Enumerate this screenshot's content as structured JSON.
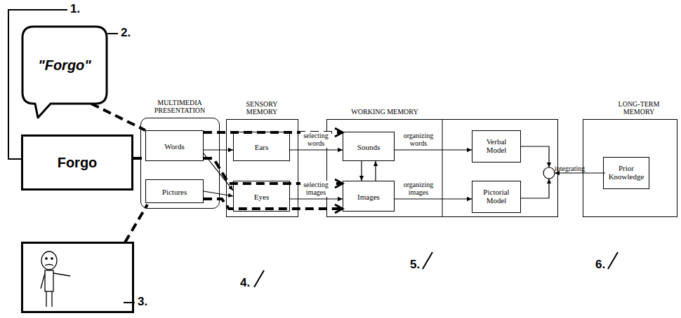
{
  "diagram": {
    "nodes": [
      {
        "text": [
          "\"Forgo\""
        ]
      },
      {
        "text": [
          "Forgo"
        ]
      },
      {
        "text": [
          "MULTIMEDIA PRESENTATION"
        ]
      },
      {
        "text": [
          "Words"
        ],
        "in": 2
      },
      {
        "text": [
          "Pictures"
        ],
        "in": 2
      },
      {
        "text": [
          "SENSORY MEMORY"
        ]
      },
      {
        "text": [
          "Ears"
        ],
        "in": 5
      },
      {
        "text": [
          "Eyes"
        ],
        "in": 5
      },
      {
        "text": [
          "WORKING MEMORY"
        ]
      },
      {
        "text": [
          "Sounds"
        ],
        "in": 8
      },
      {
        "text": [
          "Images"
        ],
        "in": 8
      },
      {
        "text": [
          "Verbal Model"
        ],
        "in": 8
      },
      {
        "text": [
          "Pictorial Model"
        ],
        "in": 8
      },
      {
        "text": [
          "LONG-TERM MEMORY"
        ]
      },
      {
        "text": [
          "Prior Knowledge"
        ],
        "in": 13
      }
    ],
    "edges": [
      {
        "from": 0,
        "to": 3,
        "arrow": "none"
      },
      {
        "from": 1,
        "to": 3,
        "arrow": "none"
      },
      {
        "from": 3,
        "to": 9,
        "arrow": "to"
      },
      {
        "from": 3,
        "to": 10,
        "arrow": "to"
      },
      {
        "from": 4,
        "to": 10,
        "arrow": "to"
      },
      {
        "from": 3,
        "to": 6,
        "arrow": "to"
      },
      {
        "from": 3,
        "to": 7,
        "arrow": "to"
      },
      {
        "from": 4,
        "to": 7,
        "arrow": "to"
      },
      {
        "from": 6,
        "to": 9,
        "label": "selecting words",
        "arrow": "to"
      },
      {
        "from": 7,
        "to": 10,
        "label": "selecting images",
        "arrow": "to"
      },
      {
        "from": 9,
        "to": 10,
        "arrow": "to"
      },
      {
        "from": 10,
        "to": 9,
        "arrow": "to"
      },
      {
        "from": 9,
        "to": 11,
        "label": "organizing words",
        "arrow": "to"
      },
      {
        "from": 10,
        "to": 12,
        "label": "organizing images",
        "arrow": "to"
      }
    ],
    "labels": [
      "1.",
      "2.",
      "3.",
      "4.",
      "5.",
      "6.",
      "integrating"
    ]
  }
}
